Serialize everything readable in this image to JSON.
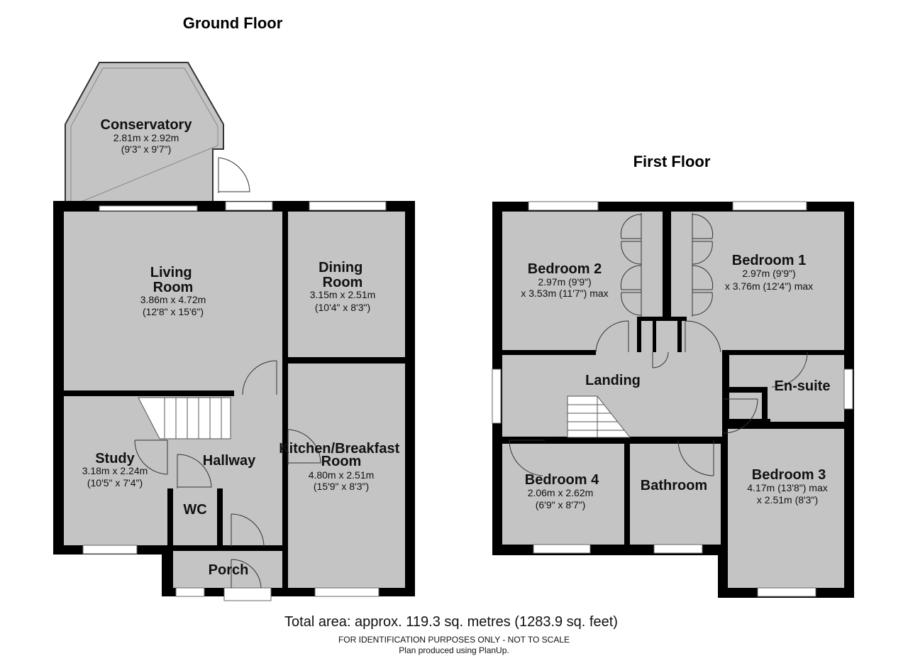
{
  "ground_floor": {
    "title": "Ground Floor",
    "rooms": [
      {
        "name": "Conservatory",
        "dims": [
          "2.81m x 2.92m",
          "(9'3\" x 9'7\")"
        ]
      },
      {
        "name": "Living Room",
        "dims": [
          "3.86m x 4.72m",
          "(12'8\" x 15'6\")"
        ]
      },
      {
        "name": "Dining Room",
        "dims": [
          "3.15m x 2.51m",
          "(10'4\" x 8'3\")"
        ]
      },
      {
        "name": "Study",
        "dims": [
          "3.18m x 2.24m",
          "(10'5\" x 7'4\")"
        ]
      },
      {
        "name": "Hallway",
        "dims": []
      },
      {
        "name": "Kitchen/Breakfast Room",
        "dims": [
          "4.80m x 2.51m",
          "(15'9\" x 8'3\")"
        ]
      },
      {
        "name": "WC",
        "dims": []
      },
      {
        "name": "Porch",
        "dims": []
      }
    ]
  },
  "first_floor": {
    "title": "First Floor",
    "rooms": [
      {
        "name": "Bedroom 2",
        "dims": [
          "2.97m (9'9\")",
          "x 3.53m (11'7\") max"
        ]
      },
      {
        "name": "Bedroom 1",
        "dims": [
          "2.97m (9'9\")",
          "x 3.76m (12'4\") max"
        ]
      },
      {
        "name": "Landing",
        "dims": []
      },
      {
        "name": "En-suite",
        "dims": []
      },
      {
        "name": "Bedroom 4",
        "dims": [
          "2.06m x 2.62m",
          "(6'9\" x 8'7\")"
        ]
      },
      {
        "name": "Bathroom",
        "dims": []
      },
      {
        "name": "Bedroom 3",
        "dims": [
          "4.17m (13'8\") max",
          "x 2.51m (8'3\")"
        ]
      }
    ]
  },
  "footer": {
    "total_area": "Total area: approx. 119.3 sq. metres (1283.9 sq. feet)",
    "disclaimer": "FOR IDENTIFICATION PURPOSES ONLY - NOT TO SCALE",
    "credit": "Plan produced using PlanUp."
  }
}
